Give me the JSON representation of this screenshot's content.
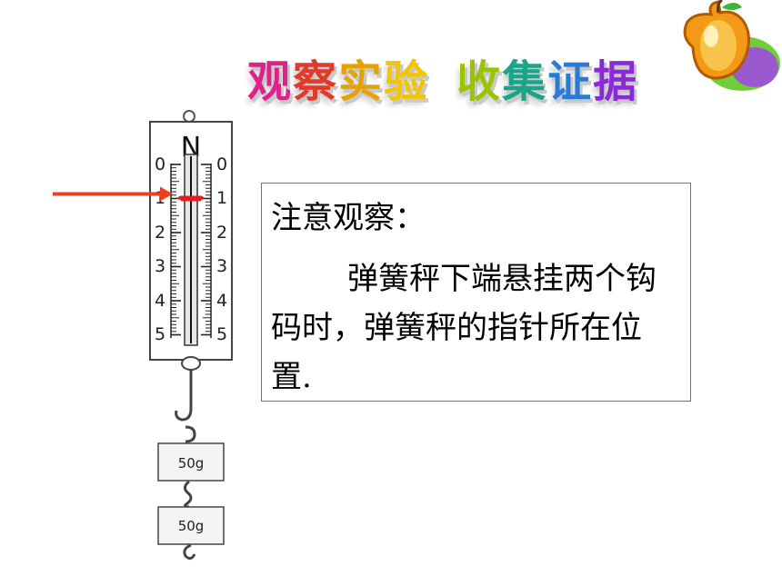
{
  "title": {
    "chars": [
      "观",
      "察",
      "实",
      "验",
      "收",
      "集",
      "证",
      "据"
    ],
    "colors": [
      "#e0218a",
      "#e03a2a",
      "#e8a200",
      "#f2c500",
      "#9ac400",
      "#1aa58a",
      "#2a7bd6",
      "#8a2ad6"
    ]
  },
  "scale": {
    "unit": "N",
    "ticks": [
      "0",
      "1",
      "2",
      "3",
      "4",
      "5"
    ],
    "weights": [
      "50g",
      "50g"
    ],
    "reading": 1
  },
  "note": {
    "heading": "注意观察：",
    "body": "弹簧秤下端悬挂两个钩码时，弹簧秤的指针所在位置."
  },
  "colors": {
    "arrow": "#e84020",
    "box_border": "#e2492a",
    "pointer": "#e02020"
  },
  "icons": {
    "fruit": "orange-fruit-icon",
    "arrow": "arrow-right-icon"
  }
}
